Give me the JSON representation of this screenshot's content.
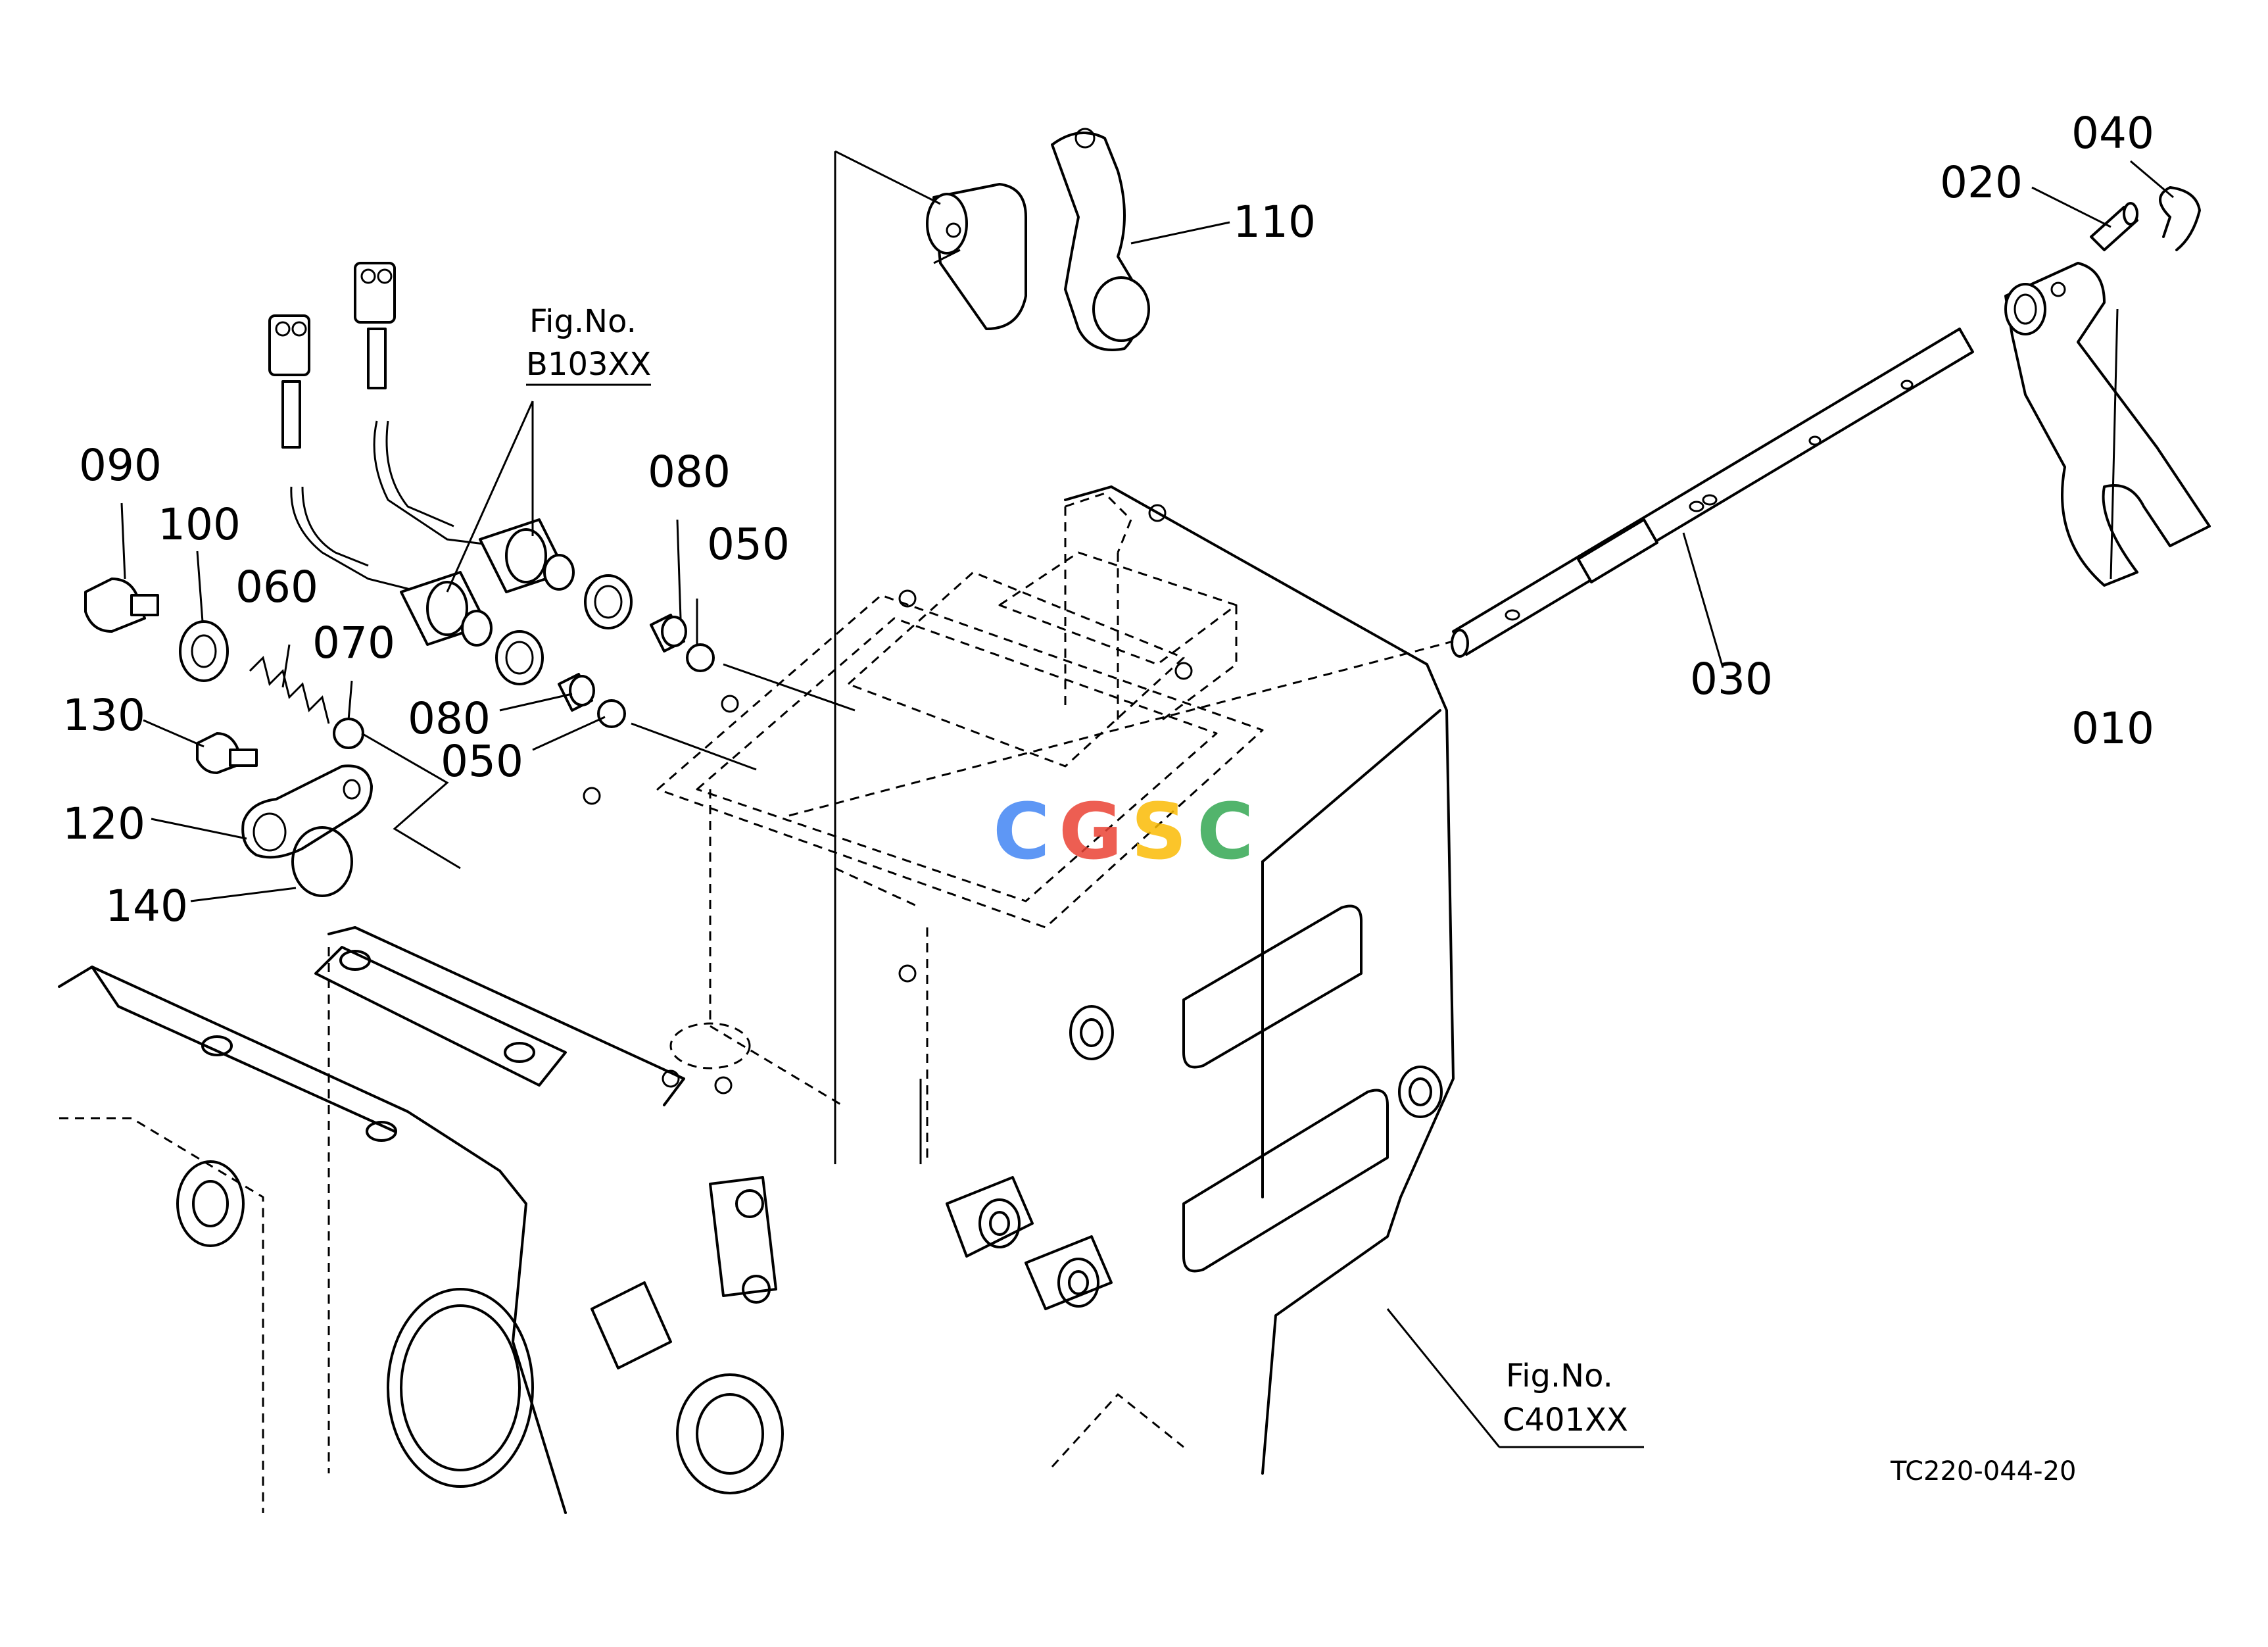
{
  "callouts": [
    {
      "id": "010",
      "text": "010"
    },
    {
      "id": "020",
      "text": "020"
    },
    {
      "id": "030",
      "text": "030"
    },
    {
      "id": "040",
      "text": "040"
    },
    {
      "id": "050a",
      "text": "050"
    },
    {
      "id": "050b",
      "text": "050"
    },
    {
      "id": "060",
      "text": "060"
    },
    {
      "id": "070",
      "text": "070"
    },
    {
      "id": "080a",
      "text": "080"
    },
    {
      "id": "080b",
      "text": "080"
    },
    {
      "id": "090",
      "text": "090"
    },
    {
      "id": "100",
      "text": "100"
    },
    {
      "id": "110",
      "text": "110"
    },
    {
      "id": "120",
      "text": "120"
    },
    {
      "id": "130",
      "text": "130"
    },
    {
      "id": "140",
      "text": "140"
    }
  ],
  "figure_refs": {
    "upper": {
      "line1": "Fig.No.",
      "line2": "B103XX"
    },
    "lower": {
      "line1": "Fig.No.",
      "line2": "C401XX"
    }
  },
  "drawing_code": "TC220-044-20",
  "watermark": {
    "letters": [
      "C",
      "G",
      "S",
      "C"
    ],
    "colors": [
      "#4285F4",
      "#EA4335",
      "#FBBC05",
      "#34A853"
    ]
  }
}
